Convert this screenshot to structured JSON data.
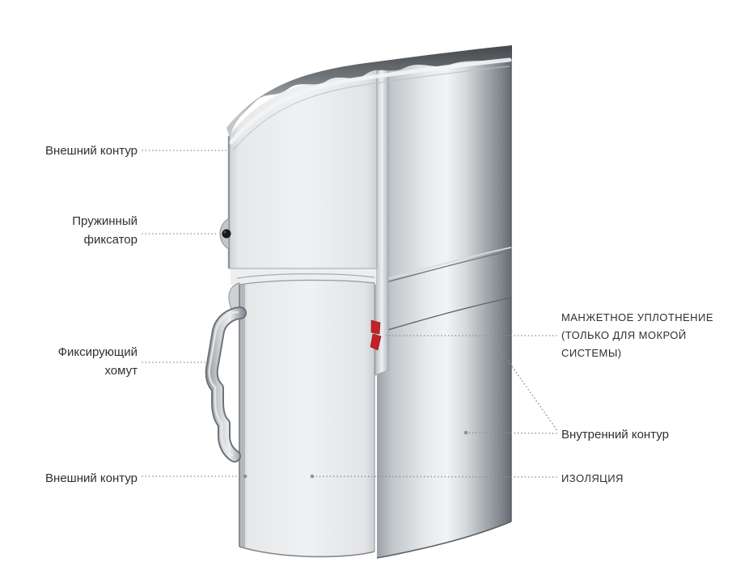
{
  "diagram": {
    "subject": "chimney-twin-wall-pipe-cutaway",
    "labels": {
      "outer_contour_top": "Внешний контур",
      "spring_lock": "Пружинный фиксатор",
      "fixing_clamp": "Фиксирующий хомут",
      "outer_contour_bottom": "Внешний контур",
      "cuff_seal": "МАНЖЕТНОЕ УПЛОТНЕНИЕ (ТОЛЬКО ДЛЯ МОКРОЙ СИСТЕМЫ)",
      "inner_contour": "Внутренний контур",
      "insulation": "ИЗОЛЯЦИЯ"
    },
    "colors": {
      "text": "#2c3034",
      "leader": "#8d9296",
      "seal_red": "#c32127",
      "pipe_light": "#eef0f1",
      "pipe_dark": "#646a70",
      "cut_band_dark": "#44484d"
    }
  }
}
